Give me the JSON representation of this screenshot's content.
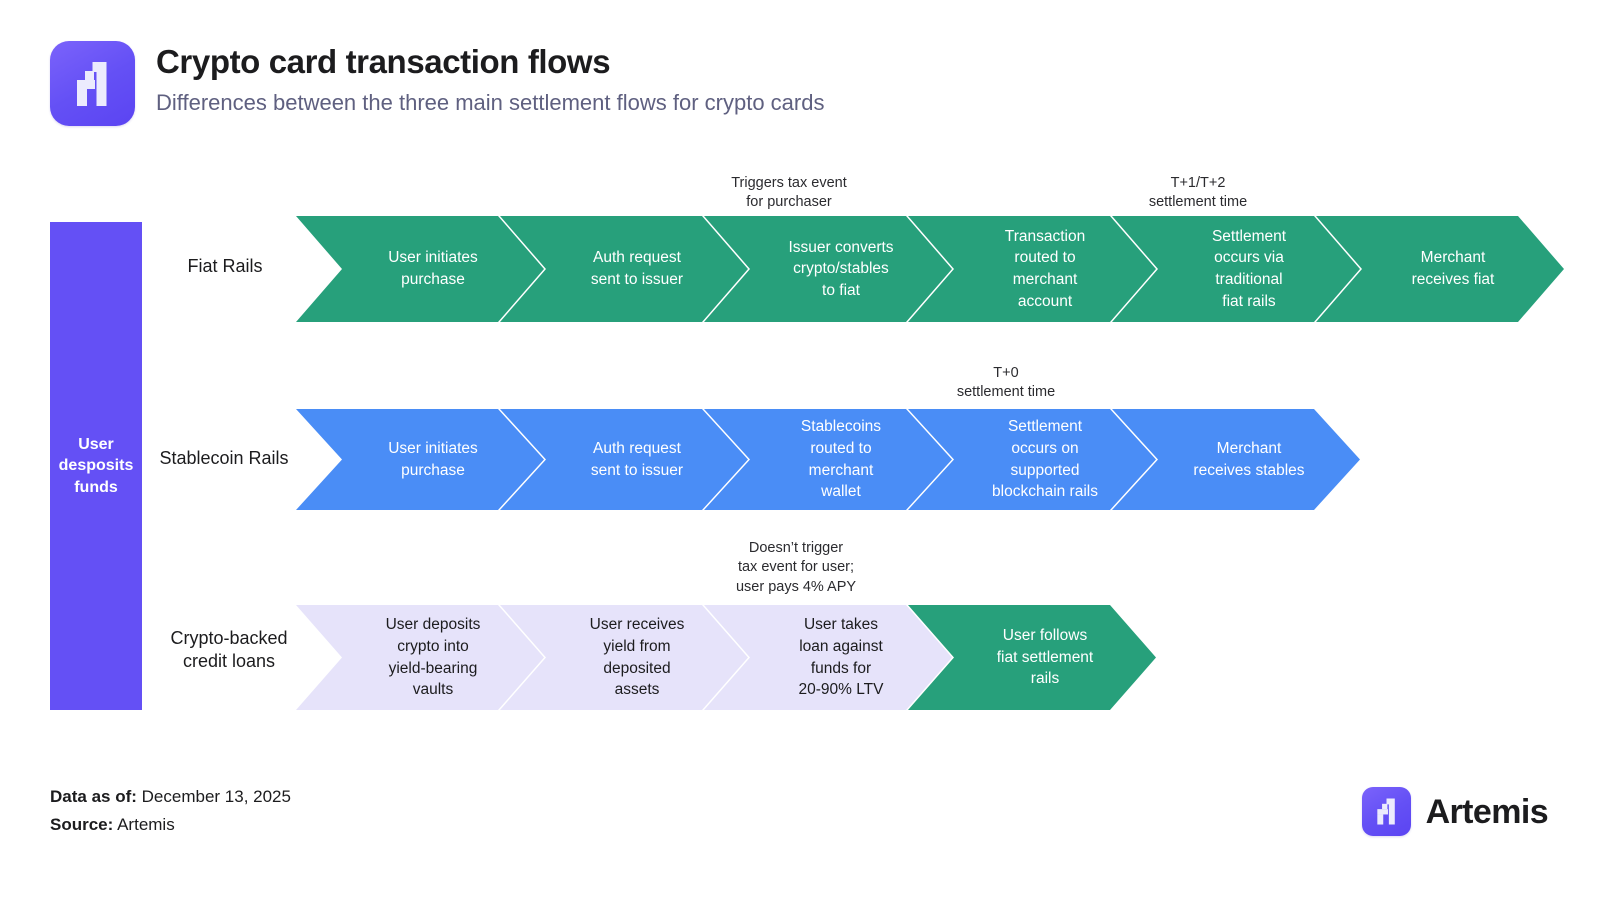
{
  "header": {
    "logo_icon": "artemis-logo-icon",
    "title": "Crypto card transaction flows",
    "subtitle": "Differences between the three main settlement flows for crypto cards"
  },
  "colors": {
    "brand_purple": "#6450F5",
    "fiat_green": "#27A07B",
    "stablecoin_blue": "#4A8DF6",
    "credit_lavender": "#E6E3FA",
    "subtitle_slate": "#5F6080",
    "text_dark": "#1C1C1E"
  },
  "diagram": {
    "entry_bar_label": "User\ndesposits\nfunds",
    "rows": [
      {
        "label": "Fiat Rails",
        "style": "green",
        "steps": [
          {
            "text": "User initiates\npurchase",
            "annotation": ""
          },
          {
            "text": "Auth request\nsent to issuer",
            "annotation": ""
          },
          {
            "text": "Issuer converts\ncrypto/stables\nto fiat",
            "annotation": "Triggers tax event\nfor purchaser"
          },
          {
            "text": "Transaction\nrouted to\nmerchant\naccount",
            "annotation": ""
          },
          {
            "text": "Settlement\noccurs via\ntraditional\nfiat rails",
            "annotation": "T+1/T+2\nsettlement time"
          },
          {
            "text": "Merchant\nreceives fiat",
            "annotation": ""
          }
        ]
      },
      {
        "label": "Stablecoin Rails",
        "style": "blue",
        "steps": [
          {
            "text": "User initiates\npurchase",
            "annotation": ""
          },
          {
            "text": "Auth request\nsent to issuer",
            "annotation": ""
          },
          {
            "text": "Stablecoins\nrouted to\nmerchant\nwallet",
            "annotation": ""
          },
          {
            "text": "Settlement\noccurs on\nsupported\nblockchain rails",
            "annotation": "T+0\nsettlement time"
          },
          {
            "text": "Merchant\nreceives stables",
            "annotation": ""
          }
        ]
      },
      {
        "label": "Crypto-backed\ncredit loans",
        "style": "lavender",
        "steps": [
          {
            "text": "User deposits\ncrypto into\nyield-bearing\nvaults",
            "annotation": ""
          },
          {
            "text": "User receives\nyield from\ndeposited\nassets",
            "annotation": ""
          },
          {
            "text": "User takes\nloan against\nfunds for\n20-90% LTV",
            "annotation": "Doesn’t trigger\ntax event for user;\nuser pays 4% APY"
          },
          {
            "text": "User follows\nfiat settlement\nrails",
            "annotation": "",
            "style_override": "green"
          }
        ]
      }
    ]
  },
  "footer": {
    "data_as_of_label": "Data as of:",
    "data_as_of_value": "December 13, 2025",
    "source_label": "Source:",
    "source_value": "Artemis",
    "brand_name": "Artemis",
    "brand_icon": "artemis-logo-icon"
  }
}
